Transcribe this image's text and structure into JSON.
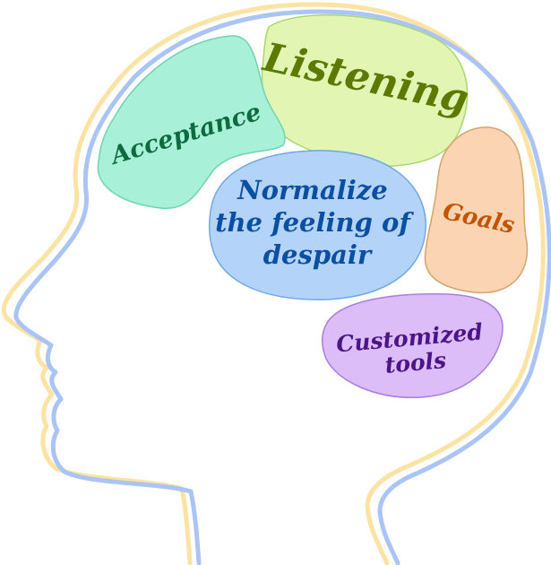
{
  "diagram": {
    "outline_colors": {
      "blue": "#a9c4f5",
      "yellow": "#fce3a4"
    },
    "regions": [
      {
        "id": "listening",
        "lines": [
          "Listening"
        ],
        "fill": "#e2f5b3",
        "stroke": "#a6d96a",
        "text_color": "#5b7a00"
      },
      {
        "id": "acceptance",
        "lines": [
          "Acceptance"
        ],
        "fill": "#a8f0d8",
        "stroke": "#6ed4b0",
        "text_color": "#0e6b3f"
      },
      {
        "id": "normalize",
        "lines": [
          "Normalize",
          "the feeling of",
          "despair"
        ],
        "fill": "#b3d4f8",
        "stroke": "#6fa8e6",
        "text_color": "#0b4fa3"
      },
      {
        "id": "goals",
        "lines": [
          "Goals"
        ],
        "fill": "#fbd4b4",
        "stroke": "#d4a46a",
        "text_color": "#c25400"
      },
      {
        "id": "customized",
        "lines": [
          "Customized",
          "tools"
        ],
        "fill": "#ddbdf7",
        "stroke": "#a77fe0",
        "text_color": "#4b1488"
      }
    ]
  }
}
